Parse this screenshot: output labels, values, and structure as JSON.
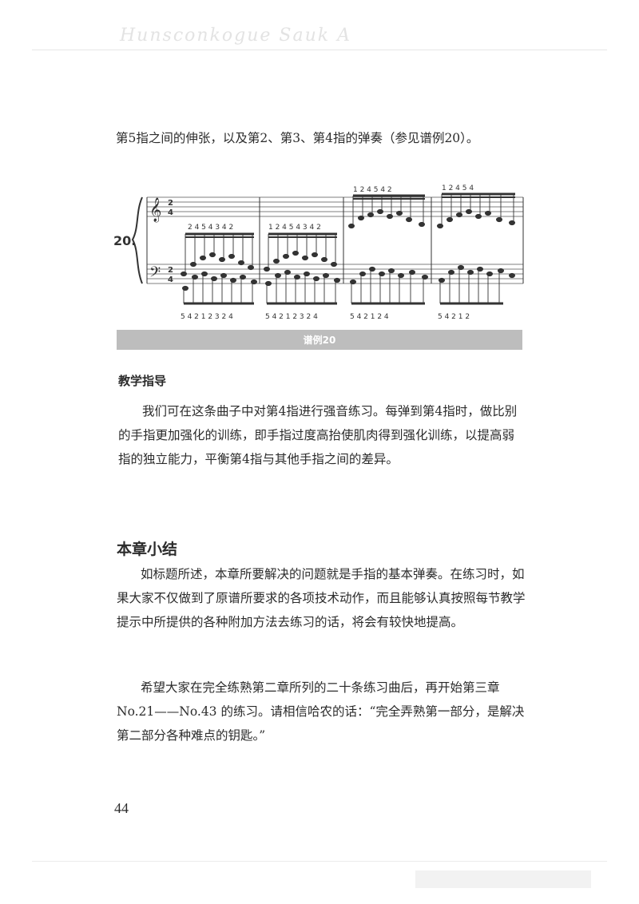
{
  "header": {
    "script_text": "Hunsconkogue Sauk A"
  },
  "intro_text": "第5指之间的伸张，以及第2、第3、第4指的弹奏（参见谱例20）。",
  "score": {
    "number": "20.",
    "time_signature_top": "2",
    "time_signature_bottom": "4",
    "treble_clef_glyph": "𝄞",
    "bass_clef_glyph": "𝄢",
    "fingering_top": [
      "2 4 5 4 3 4 2",
      "1 2 4 5 4 3 4 2",
      "1 2 4 5 4     2",
      "1 2 4 5 4"
    ],
    "fingering_bottom": [
      "5 4 2 1 2 3 2 4",
      "5 4 2 1 2 3 2 4",
      "5 4 2 1 2     4",
      "5 4 2 1 2"
    ]
  },
  "caption": "谱例20",
  "guide_heading": "教学指导",
  "guide_text": "我们可在这条曲子中对第4指进行强音练习。每弹到第4指时，做比别的手指更加强化的训练，即手指过度高抬使肌肉得到强化训练，以提高弱指的独立能力，平衡第4指与其他手指之间的差异。",
  "summary_heading": "本章小结",
  "summary_para1": "如标题所述，本章所要解决的问题就是手指的基本弹奏。在练习时，如果大家不仅做到了原谱所要求的各项技术动作，而且能够认真按照每节教学提示中所提供的各种附加方法去练习的话，将会有较快地提高。",
  "summary_para2": "希望大家在完全练熟第二章所列的二十条练习曲后，再开始第三章 No.21——No.43 的练习。请相信哈农的话：“完全弄熟第一部分，是解决第二部分各种难点的钥匙。”",
  "page_number": "44"
}
